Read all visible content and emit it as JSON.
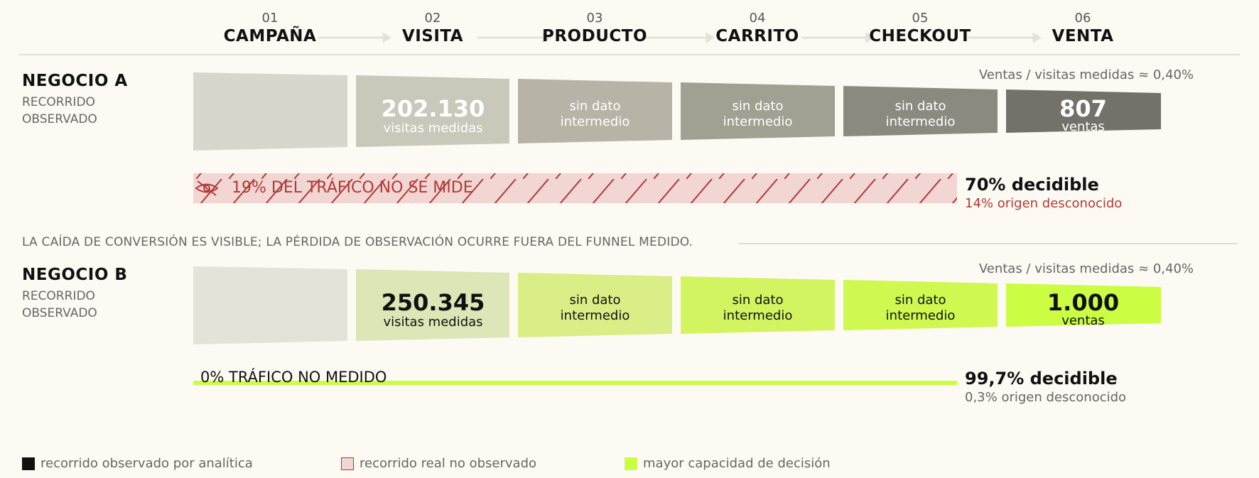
{
  "steps": [
    {
      "num": "01",
      "name": "CAMPAÑA"
    },
    {
      "num": "02",
      "name": "VISITA"
    },
    {
      "num": "03",
      "name": "PRODUCTO"
    },
    {
      "num": "04",
      "name": "CARRITO"
    },
    {
      "num": "05",
      "name": "CHECKOUT"
    },
    {
      "num": "06",
      "name": "VENTA"
    }
  ],
  "business_a": {
    "title": "NEGOCIO A",
    "subtitle": "RECORRIDO OBSERVADO",
    "ratio": "Ventas / visitas medidas ≈ 0,40%",
    "visits_value": "202.130",
    "visits_label": "visitas medidas",
    "no_data": [
      "sin dato",
      "intermedio"
    ],
    "sales_value": "807",
    "sales_label": "ventas",
    "untracked_label": "19% DEL TRÁFICO NO SE MIDE",
    "untracked_share": 0.19,
    "decidable": "70% decidible",
    "unknown_origin": "14% origen desconocido",
    "colors": [
      "#d9d6ce",
      "#cac7bb",
      "#b7b4a7",
      "#a2a093",
      "#8c8a80",
      "#74716a"
    ]
  },
  "note": "LA CAÍDA DE CONVERSIÓN ES VISIBLE; LA PÉRDIDA DE OBSERVACIÓN OCURRE FUERA DEL FUNNEL MEDIDO.",
  "business_b": {
    "title": "NEGOCIO B",
    "subtitle": "RECORRIDO OBSERVADO",
    "ratio": "Ventas / visitas medidas ≈ 0,40%",
    "visits_value": "250.345",
    "visits_label": "visitas medidas",
    "no_data": [
      "sin dato",
      "intermedio"
    ],
    "sales_value": "1.000",
    "sales_label": "ventas",
    "untracked_label": "0% TRÁFICO NO MEDIDO",
    "untracked_share": 0.0,
    "decidable": "99,7% decidible",
    "unknown_origin": "0,3% origen desconocido",
    "colors": [
      "#e4e2d9",
      "#dde6b6",
      "#d9ee86",
      "#d3f461",
      "#cff851",
      "#cbfd42"
    ]
  },
  "legend": [
    {
      "label": "recorrido observado por analítica",
      "color": "#111111"
    },
    {
      "label": "recorrido real no observado",
      "color": "#f1d6d4"
    },
    {
      "label": "mayor capacidad de decisión",
      "color": "#cbfd42"
    }
  ],
  "accent_red": "#b03a34",
  "accent_lime": "#cbfd42"
}
